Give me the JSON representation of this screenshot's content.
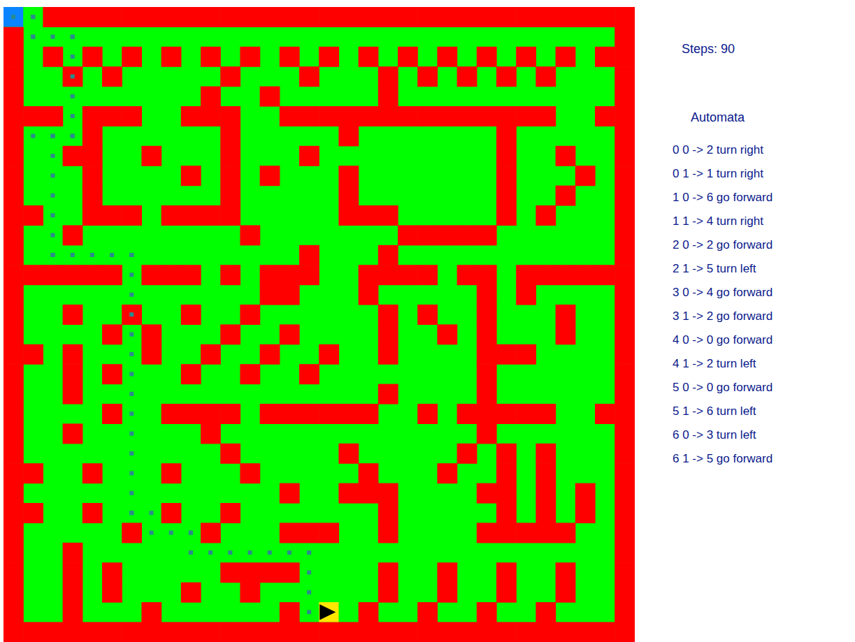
{
  "diagram": {
    "labels": [
      "Steps: 90",
      "Automata",
      "0 0 -> 2 turn right",
      "0 1 -> 1 turn right",
      "1 0 -> 6 go forward",
      "1 1 -> 4 turn right",
      "2 0 -> 2 go forward",
      "2 1 -> 5 turn left",
      "3 0 -> 4 go forward",
      "3 1 -> 2 go forward",
      "4 0 -> 0 go forward",
      "4 1 -> 2 turn left",
      "5 0 -> 0 go forward",
      "5 1 -> 6 turn left",
      "6 0 -> 3 turn left",
      "6 1 -> 5 go forward"
    ]
  }
}
